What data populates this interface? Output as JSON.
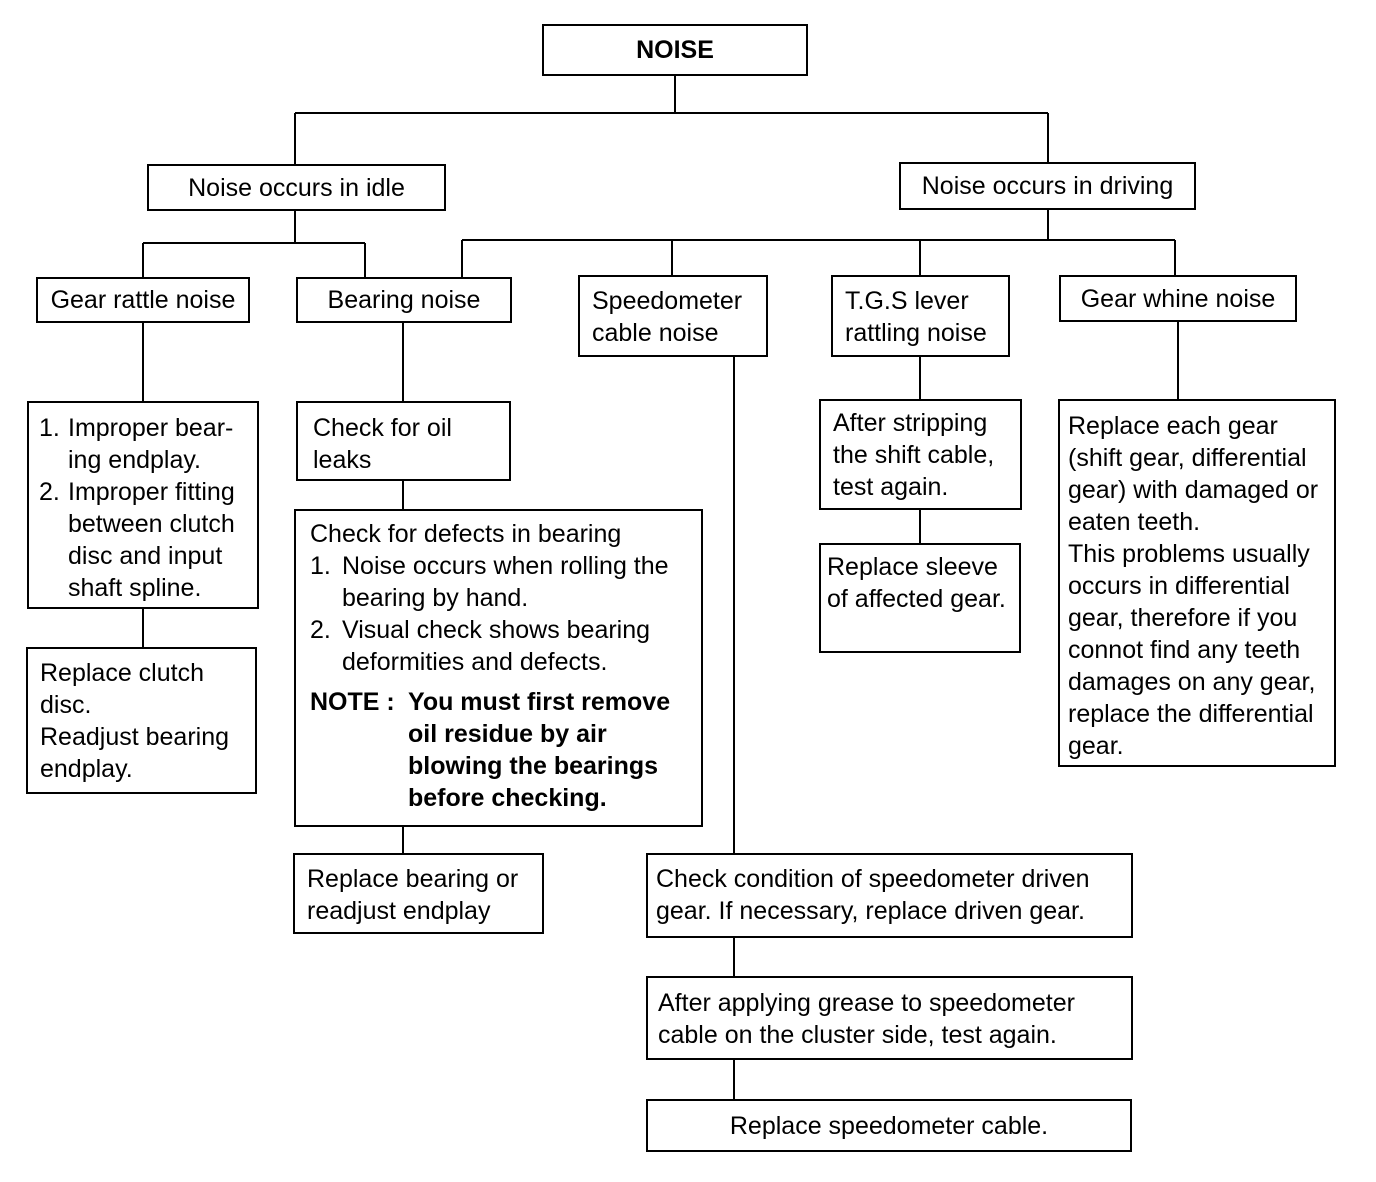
{
  "root": {
    "label": "NOISE"
  },
  "idle": {
    "label": "Noise occurs in idle"
  },
  "driving": {
    "label": "Noise occurs in driving"
  },
  "gear_rattle": {
    "label": "Gear rattle noise",
    "causes": [
      {
        "num": "1.",
        "text": "Improper bear-ing endplay."
      },
      {
        "num": "2.",
        "text": "Improper fitting between clutch disc and input shaft spline."
      }
    ],
    "fix": [
      "Replace clutch disc.",
      "Readjust bearing endplay."
    ]
  },
  "bearing": {
    "label": "Bearing noise",
    "step1": "Check for oil leaks",
    "step2": {
      "title": "Check for defects in bearing",
      "items": [
        {
          "num": "1.",
          "text": "Noise occurs when rolling the bearing by hand."
        },
        {
          "num": "2.",
          "text": "Visual check shows bearing deformities and defects."
        }
      ],
      "note_label": "NOTE :",
      "note_text": "You must first remove oil residue by air blowing the bearings before checking."
    },
    "fix": "Replace bearing or readjust endplay"
  },
  "speedometer": {
    "label": "Speedometer cable noise",
    "step1": "Check condition of speedometer driven gear. If necessary, replace driven gear.",
    "step2": "After applying grease to speedometer cable on the cluster side, test again.",
    "fix": "Replace speedometer cable."
  },
  "tgs": {
    "label": "T.G.S lever rattling noise",
    "step1": "After stripping the shift cable, test again.",
    "fix": "Replace sleeve of affected gear."
  },
  "whine": {
    "label": "Gear whine noise",
    "fix": "Replace each gear (shift gear, differential gear) with damaged or eaten teeth.",
    "note": "This problems usually occurs in differential gear, therefore if you connot find any teeth damages on any gear, replace the differential gear."
  }
}
